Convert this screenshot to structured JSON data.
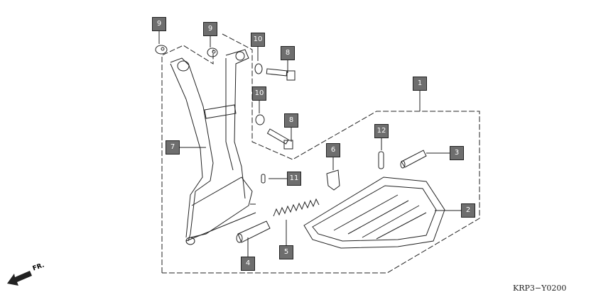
{
  "diagram": {
    "code": "KRP3−Y0200",
    "direction_label": "FR.",
    "callouts": [
      "1",
      "2",
      "3",
      "4",
      "5",
      "6",
      "7",
      "8",
      "8",
      "9",
      "9",
      "10",
      "10",
      "11",
      "12"
    ],
    "label_color": "#6e6e6e"
  }
}
